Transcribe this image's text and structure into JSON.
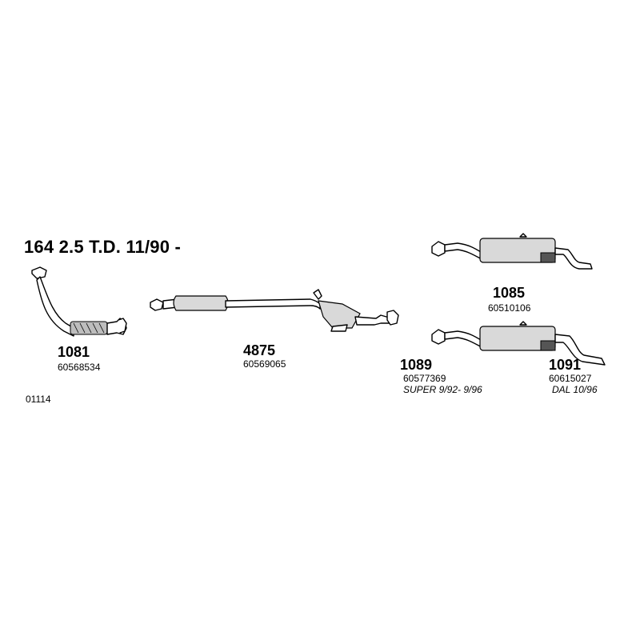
{
  "title": "164 2.5 T.D. 11/90 -",
  "catalog_ref": "01114",
  "parts": [
    {
      "code": "1081",
      "oem": "60568534",
      "note": ""
    },
    {
      "code": "4875",
      "oem": "60569065",
      "note": ""
    },
    {
      "code": "1085",
      "oem": "60510106",
      "note": ""
    },
    {
      "code": "1089",
      "oem": "60577369",
      "note": "SUPER 9/92- 9/96"
    },
    {
      "code": "1091",
      "oem": "60615027",
      "note": "DAL 10/96"
    }
  ]
}
